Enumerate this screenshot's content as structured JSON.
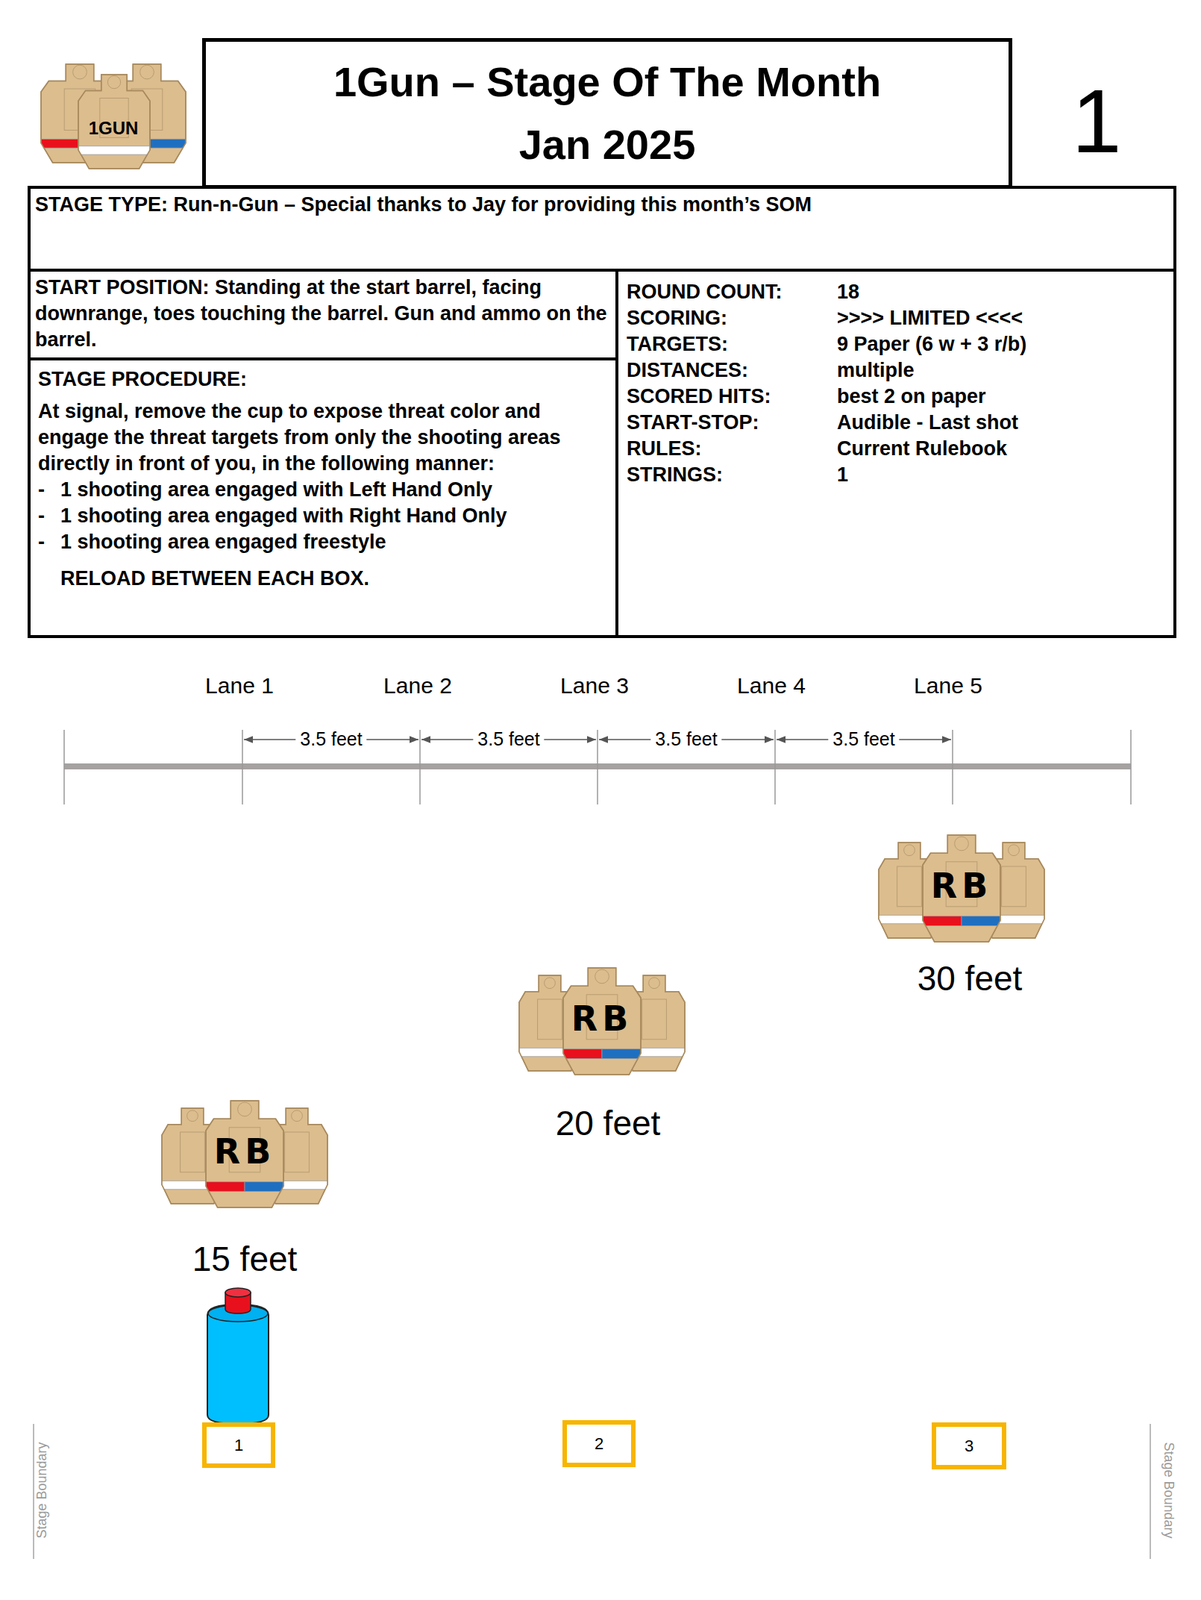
{
  "diagram": {
    "nodes": [
      {
        "text": [
          "1Gun – Stage Of The Month",
          "Jan 2025"
        ]
      },
      {
        "text": [
          "STAGE TYPE: Run-n-Gun – Special thanks to Jay for providing this month’s SOM"
        ]
      },
      {
        "text": [
          "START POSITION: Standing at the start barrel, facing downrange, toes touching the barrel. Gun and ammo on the barrel."
        ]
      },
      {
        "text": [
          "STAGE PROCEDURE:",
          "At signal, remove the cup to expose threat color and engage the threat targets from only the shooting areas directly in front of you, in the following manner:",
          "-",
          "1 shooting area engaged with Left Hand Only",
          "-",
          "1 shooting area engaged with Right Hand Only",
          "-",
          "1 shooting area engaged freestyle",
          "RELOAD BETWEEN EACH BOX."
        ]
      },
      {
        "text": [
          "ROUND COUNT:",
          "18",
          "SCORING:",
          ">>>> LIMITED <<<<",
          "TARGETS:",
          "9 Paper (6 w + 3 r/b)",
          "DISTANCES:",
          "multiple",
          "SCORED HITS:",
          "best 2 on paper",
          "START-STOP:",
          "Audible - Last shot",
          "RULES:",
          "Current Rulebook",
          "STRINGS:",
          "1"
        ]
      },
      {
        "text": [
          "1"
        ]
      },
      {
        "text": [
          "2"
        ]
      },
      {
        "text": [
          "3"
        ]
      }
    ],
    "labels": [
      "1GUN",
      "1",
      "Lane 1",
      "Lane 2",
      "Lane 3",
      "Lane 4",
      "Lane 5",
      "3.5 feet",
      "3.5 feet",
      "3.5 feet",
      "3.5 feet",
      "RB",
      "30 feet",
      "RB",
      "20 feet",
      "RB",
      "15 feet",
      "Stage Boundary",
      "Stage Boundary"
    ]
  }
}
